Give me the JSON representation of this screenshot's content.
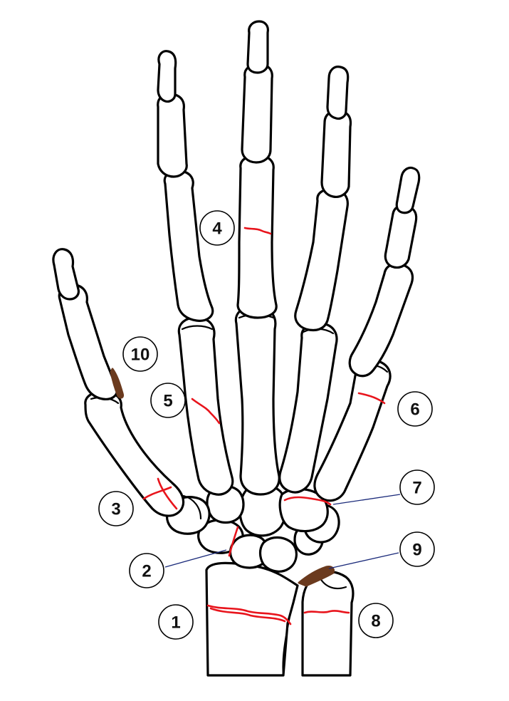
{
  "colors": {
    "fracture": "#e8141c",
    "avulsion": "#6b3a1e",
    "leader": "#1a2a7a",
    "bone_outline": "#000000"
  },
  "markers": [
    {
      "id": "1",
      "label": "1"
    },
    {
      "id": "2",
      "label": "2"
    },
    {
      "id": "3",
      "label": "3"
    },
    {
      "id": "4",
      "label": "4"
    },
    {
      "id": "5",
      "label": "5"
    },
    {
      "id": "6",
      "label": "6"
    },
    {
      "id": "7",
      "label": "7"
    },
    {
      "id": "8",
      "label": "8"
    },
    {
      "id": "9",
      "label": "9"
    },
    {
      "id": "10",
      "label": "10"
    }
  ]
}
